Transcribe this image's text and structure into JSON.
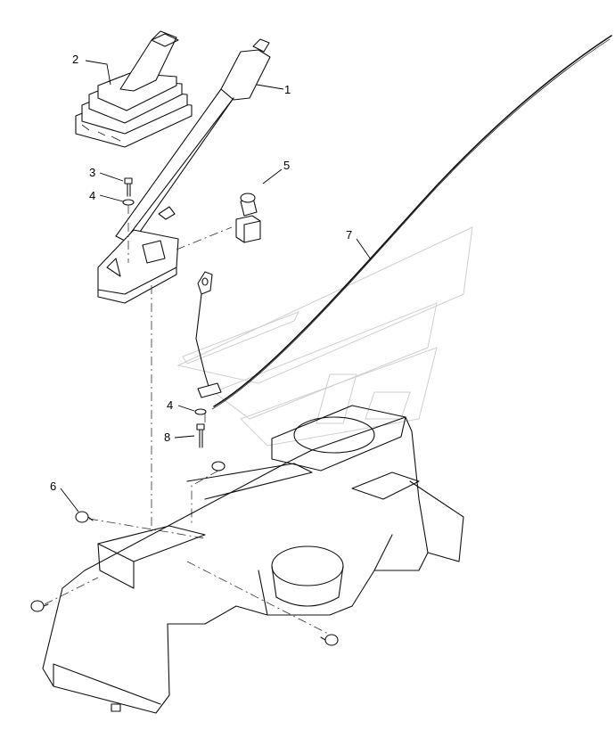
{
  "diagram": {
    "callouts": [
      {
        "id": "1",
        "label": "1"
      },
      {
        "id": "2",
        "label": "2"
      },
      {
        "id": "3",
        "label": "3"
      },
      {
        "id": "4a",
        "label": "4"
      },
      {
        "id": "4b",
        "label": "4"
      },
      {
        "id": "5",
        "label": "5"
      },
      {
        "id": "6",
        "label": "6"
      },
      {
        "id": "7",
        "label": "7"
      },
      {
        "id": "8",
        "label": "8"
      }
    ]
  }
}
